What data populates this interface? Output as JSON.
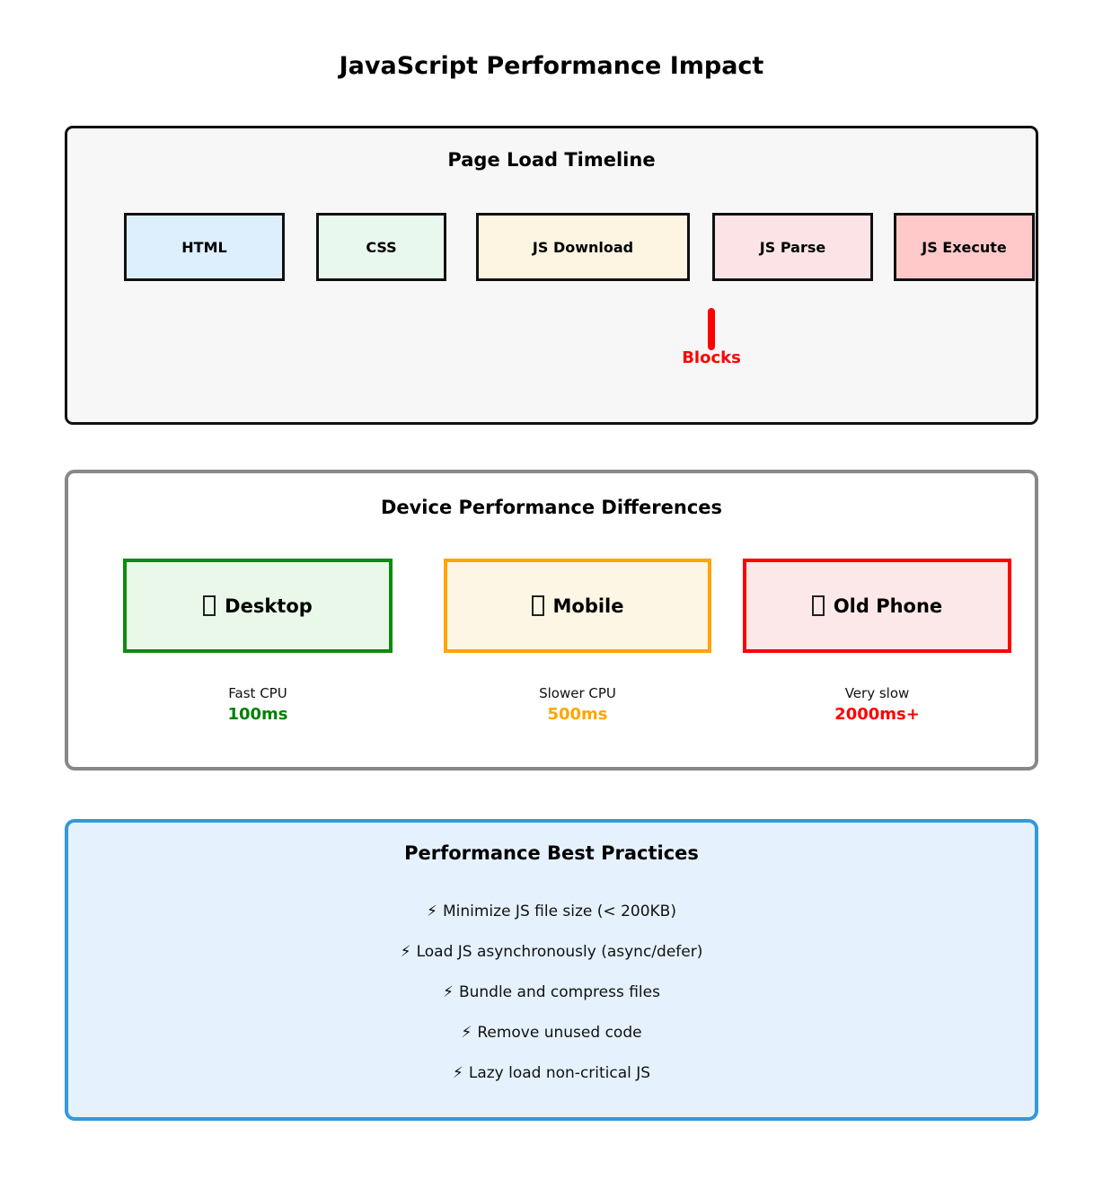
{
  "title": "JavaScript Performance Impact",
  "timeline": {
    "title": "Page Load Timeline",
    "stages": [
      {
        "label": "HTML",
        "bg": "#ddeefd"
      },
      {
        "label": "CSS",
        "bg": "#e9f8ee"
      },
      {
        "label": "JS Download",
        "bg": "#fdf4e2"
      },
      {
        "label": "JS Parse",
        "bg": "#fce4e6"
      },
      {
        "label": "JS Execute",
        "bg": "#ffc9c9"
      }
    ],
    "blocks": {
      "label": "Blocks",
      "color": "#ff0000"
    }
  },
  "devices": {
    "title": "Device Performance Differences",
    "cards": [
      {
        "icon": "desktop-emoji-missing-glyph",
        "label": "Desktop",
        "cpu": "Fast CPU",
        "time": "100ms",
        "accent": "#0b8c0b",
        "time_color": "#008000",
        "bg": "#e9f8e9"
      },
      {
        "icon": "mobile-emoji-missing-glyph",
        "label": "Mobile",
        "cpu": "Slower CPU",
        "time": "500ms",
        "accent": "#ffa500",
        "time_color": "#ffa500",
        "bg": "#fdf6e4"
      },
      {
        "icon": "old-phone-emoji-missing-glyph",
        "label": "Old Phone",
        "cpu": "Very slow",
        "time": "2000ms+",
        "accent": "#ff0000",
        "time_color": "#ff0000",
        "bg": "#fce8e8"
      }
    ]
  },
  "practices": {
    "title": "Performance Best Practices",
    "bullet_char": "⚡",
    "items": [
      "Minimize JS file size (< 200KB)",
      "Load JS asynchronously (async/defer)",
      "Bundle and compress files",
      "Remove unused code",
      "Lazy load non-critical JS"
    ],
    "border_color": "#3498db",
    "bg_color": "#e5f1fc"
  },
  "colors": {
    "timeline_border": "#111111",
    "timeline_bg": "#f7f7f7",
    "devices_border": "#888888",
    "blocks_red": "#ff0000"
  }
}
